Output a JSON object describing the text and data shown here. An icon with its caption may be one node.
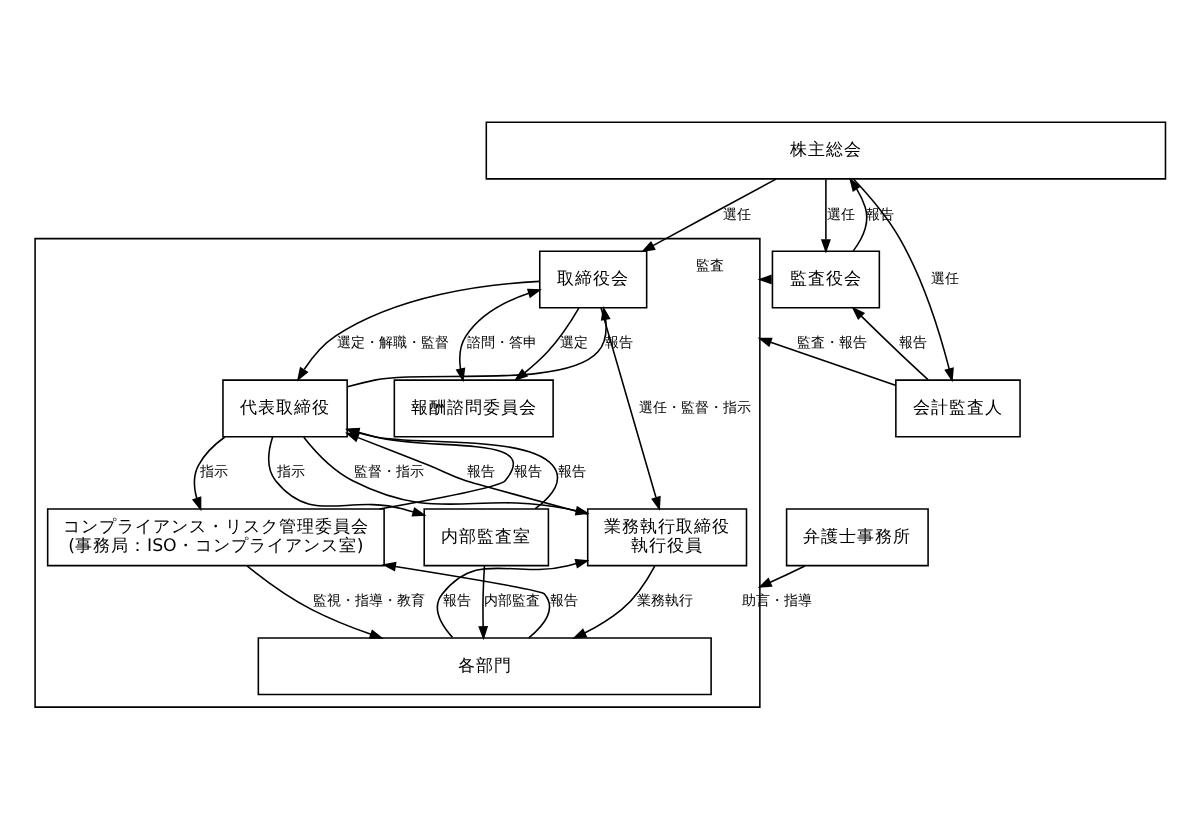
{
  "diagram": {
    "nodes": [
      {
        "text": [
          "株主総会"
        ]
      },
      {
        "text": [],
        "shape": "box"
      },
      {
        "text": [
          "取締役会"
        ],
        "in": 1
      },
      {
        "text": [
          "監査役会"
        ]
      },
      {
        "text": [
          "会計監査人"
        ]
      },
      {
        "text": [
          "報酬諮問委員会"
        ],
        "in": 1
      },
      {
        "text": [
          "代表取締役"
        ],
        "in": 1
      },
      {
        "text": [
          "業務執行取締役",
          "執行役員"
        ],
        "in": 1
      },
      {
        "text": [
          "コンプライアンス・リスク管理委員会",
          "(事務局：ISO・コンプライアンス室)"
        ],
        "in": 1
      },
      {
        "text": [
          "内部監査室"
        ],
        "in": 1
      },
      {
        "text": [
          "弁護士事務所"
        ]
      },
      {
        "text": [
          "各部門"
        ],
        "in": 1
      }
    ],
    "edges": [
      {
        "from": 0,
        "to": 2,
        "arrow": "to",
        "label": "選任"
      },
      {
        "from": 3,
        "to": 0,
        "arrow": "to",
        "label": "報告"
      },
      {
        "from": 0,
        "to": 3,
        "arrow": "to",
        "label": "選任"
      },
      {
        "from": 0,
        "to": 4,
        "arrow": "to",
        "label": "選任"
      },
      {
        "from": 3,
        "to": 1,
        "arrow": "to",
        "label": "監査"
      },
      {
        "from": 4,
        "to": 3,
        "arrow": "to",
        "label": "報告"
      },
      {
        "from": 2,
        "to": 5,
        "arrow": "to",
        "label": "選定"
      },
      {
        "from": 2,
        "to": 5,
        "arrow": "both",
        "label": "諮問・答申"
      },
      {
        "from": 2,
        "to": 6,
        "arrow": "to",
        "label": "選定・解職・監督"
      },
      {
        "from": 6,
        "to": 2,
        "arrow": "to",
        "label": "報告"
      },
      {
        "from": 2,
        "to": 7,
        "arrow": "to",
        "label": "選任・監督・指示"
      },
      {
        "from": 4,
        "to": 1,
        "arrow": "to",
        "label": "監査・報告"
      },
      {
        "from": 6,
        "to": 7,
        "arrow": "to",
        "label": "監督・指示"
      },
      {
        "from": 7,
        "to": 6,
        "arrow": "to",
        "label": "報告"
      },
      {
        "from": 8,
        "to": 6,
        "arrow": "to",
        "label": "報告"
      },
      {
        "from": 6,
        "to": 8,
        "arrow": "to",
        "label": "指示"
      },
      {
        "from": 9,
        "to": 6,
        "arrow": "to",
        "label": "報告"
      },
      {
        "from": 6,
        "to": 9,
        "arrow": "to",
        "label": "指示"
      },
      {
        "from": 7,
        "to": 11,
        "arrow": "to",
        "label": "業務執行"
      },
      {
        "from": 11,
        "to": 7,
        "arrow": "to",
        "label": "報告"
      },
      {
        "from": 8,
        "to": 11,
        "arrow": "to",
        "label": "監視・指導・教育"
      },
      {
        "from": 11,
        "to": 8,
        "arrow": "to",
        "label": "報告"
      },
      {
        "from": 9,
        "to": 11,
        "arrow": "to",
        "label": "内部監査"
      },
      {
        "from": 10,
        "to": 1,
        "arrow": "to",
        "label": "助言・指導"
      }
    ]
  }
}
